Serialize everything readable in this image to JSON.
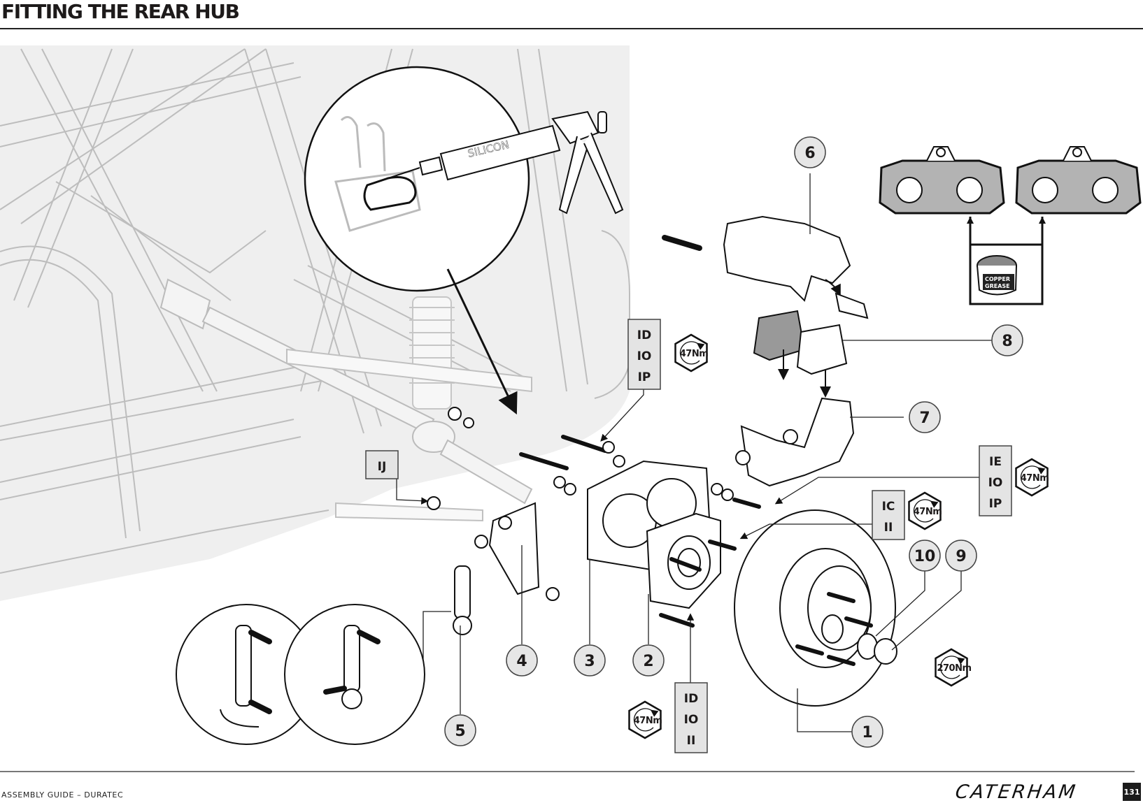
{
  "header": {
    "title": "FITTING THE REAR HUB"
  },
  "footer": {
    "guide_title": "ASSEMBLY GUIDE – DURATEC",
    "brand": "CATERHAM",
    "page_number": "131"
  },
  "colors": {
    "callout_fill": "#e6e6e6",
    "code_box_fill": "#e4e4e4",
    "chassis_tint": "#efefef",
    "pad_fill": "#b3b3b3",
    "ink": "#1d1a1a"
  },
  "detail_views": {
    "sealant_label": "SILICON",
    "grease_label_line1": "COPPER",
    "grease_label_line2": "GREASE"
  },
  "callouts": [
    {
      "id": "1",
      "label": "1"
    },
    {
      "id": "2",
      "label": "2"
    },
    {
      "id": "3",
      "label": "3"
    },
    {
      "id": "4",
      "label": "4"
    },
    {
      "id": "5",
      "label": "5"
    },
    {
      "id": "6",
      "label": "6"
    },
    {
      "id": "7",
      "label": "7"
    },
    {
      "id": "8",
      "label": "8"
    },
    {
      "id": "9",
      "label": "9"
    },
    {
      "id": "10",
      "label": "10"
    }
  ],
  "code_boxes": [
    {
      "codes": [
        "ID",
        "IO",
        "IP"
      ]
    },
    {
      "codes": [
        "IJ"
      ]
    },
    {
      "codes": [
        "IE",
        "IO",
        "IP"
      ]
    },
    {
      "codes": [
        "IC",
        "II"
      ]
    },
    {
      "codes": [
        "ID",
        "IO",
        "II"
      ]
    }
  ],
  "torque_specs": [
    {
      "value": "47Nm"
    },
    {
      "value": "47Nm"
    },
    {
      "value": "47Nm"
    },
    {
      "value": "47Nm"
    },
    {
      "value": "270Nm"
    }
  ]
}
